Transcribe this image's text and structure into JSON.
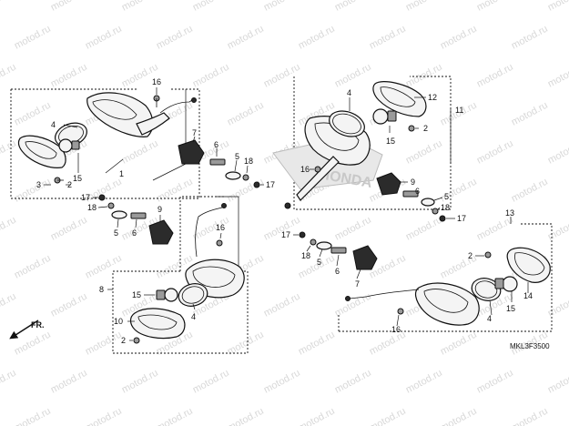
{
  "diagram": {
    "drawing_code": "MKL3F3500",
    "watermark_text": "motod.ru",
    "front_label": "FR.",
    "logo_text": "HONDA",
    "callouts": {
      "c1": "1",
      "c2a": "2",
      "c3": "3",
      "c4a": "4",
      "c15a": "15",
      "c16a": "16",
      "c4b": "4",
      "c12": "12",
      "c11": "11",
      "c2b": "2",
      "c15b": "15",
      "c16b": "16",
      "c9a": "9",
      "c6a": "6",
      "c5a": "5",
      "c17a": "17",
      "c18a": "18",
      "c7a": "7",
      "c6b": "6",
      "c5b": "5",
      "c18b": "18",
      "c17b": "17",
      "c17c": "17",
      "c18c": "18",
      "c5c": "5",
      "c6c": "6",
      "c9b": "9",
      "c17d": "17",
      "c18d": "18",
      "c5d": "5",
      "c6d": "6",
      "c7b": "7",
      "c16c": "16",
      "c8": "8",
      "c15c": "15",
      "c10": "10",
      "c4c": "4",
      "c2c": "2",
      "c13": "13",
      "c2d": "2",
      "c14": "14",
      "c15d": "15",
      "c4d": "4",
      "c16d": "16"
    }
  }
}
